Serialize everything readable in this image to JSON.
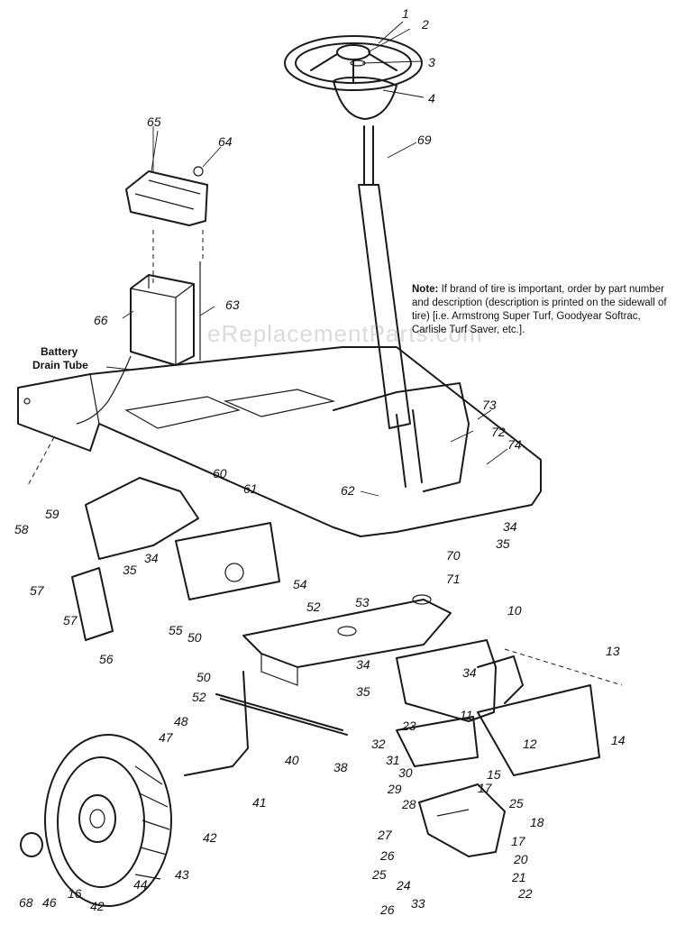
{
  "diagram": {
    "callout_battery_line1": "Battery",
    "callout_battery_line2": "Drain Tube",
    "note_label": "Note:",
    "note_text": "If brand of tire is important, order by part number and description (description is printed on the sidewall of tire) [i.e. Armstrong Super Turf, Goodyear Softrac, Carlisle Turf Saver, etc.].",
    "watermark": "eReplacementParts.com",
    "part_numbers": [
      "1",
      "2",
      "3",
      "4",
      "69",
      "65",
      "64",
      "63",
      "66",
      "73",
      "72",
      "74",
      "62",
      "34",
      "35",
      "70",
      "71",
      "60",
      "61",
      "59",
      "58",
      "34",
      "35",
      "57",
      "57",
      "56",
      "55",
      "54",
      "52",
      "50",
      "53",
      "10",
      "13",
      "14",
      "34",
      "35",
      "34",
      "50",
      "52",
      "48",
      "47",
      "40",
      "23",
      "32",
      "11",
      "12",
      "31",
      "30",
      "15",
      "17",
      "29",
      "28",
      "25",
      "27",
      "18",
      "38",
      "41",
      "42",
      "26",
      "25",
      "24",
      "26",
      "33",
      "17",
      "20",
      "21",
      "22",
      "68",
      "46",
      "16",
      "42",
      "44",
      "43"
    ]
  }
}
